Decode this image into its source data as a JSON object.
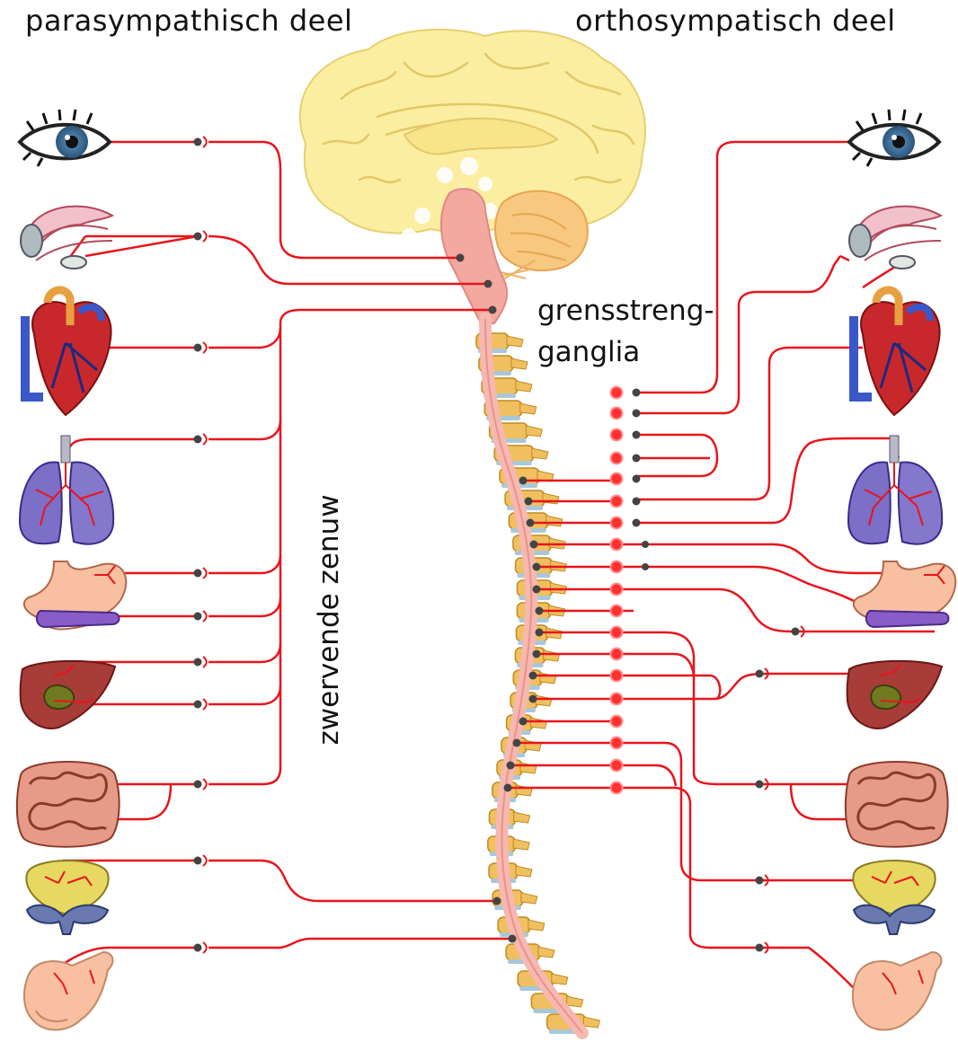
{
  "labels": {
    "parasympathetic": "parasympathisch deel",
    "orthosympathetic": "orthosympatisch deel",
    "ganglia_line1": "grensstreng-",
    "ganglia_line2": "ganglia",
    "vagus": "zwervende zenuw"
  },
  "organs": {
    "left": [
      "eye-icon",
      "salivary-gland-icon",
      "heart-icon",
      "lungs-icon",
      "stomach-icon",
      "liver-icon",
      "intestines-icon",
      "bladder-icon",
      "genitals-icon"
    ],
    "right": [
      "eye-icon",
      "salivary-gland-icon",
      "heart-icon",
      "lungs-icon",
      "stomach-icon",
      "liver-icon",
      "intestines-icon",
      "bladder-icon",
      "genitals-icon"
    ]
  },
  "colors": {
    "nerve": "#e8141c",
    "node": "#444444",
    "ganglion": "#ff3030",
    "brain": "#fbeea0",
    "brainstem": "#f4a9a0",
    "cerebellum": "#f8c880",
    "vertebra": "#f0c060",
    "spinal_cord": "#f6b8b0"
  }
}
